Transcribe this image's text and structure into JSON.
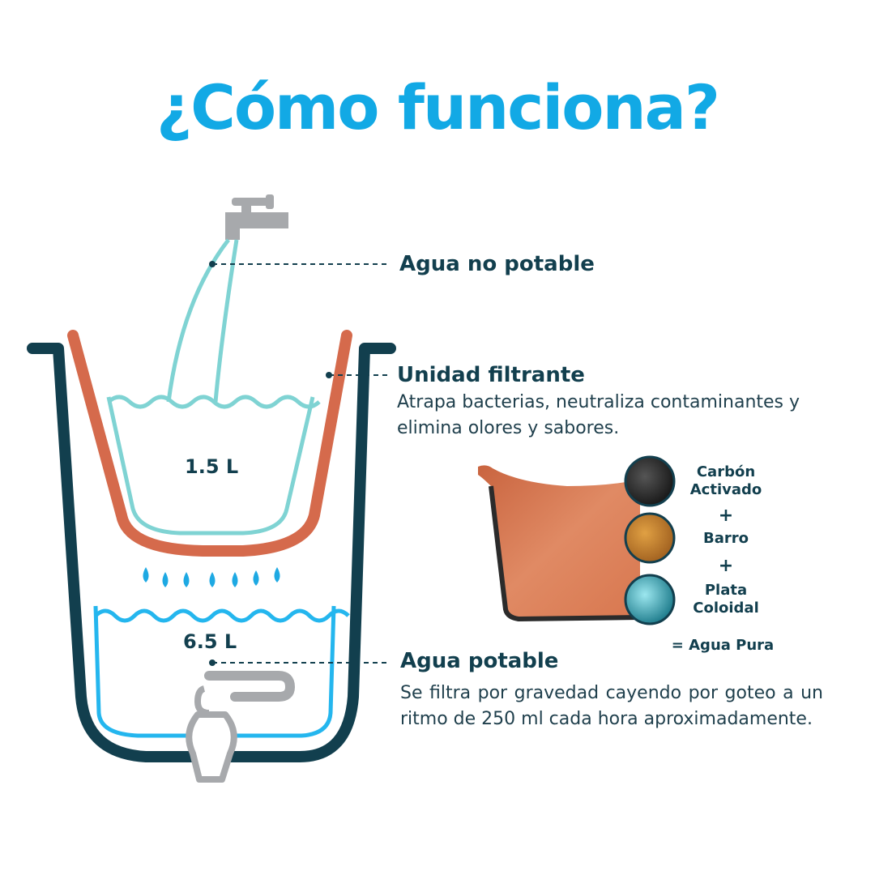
{
  "title": "¿Cómo funciona?",
  "colors": {
    "title": "#12a9e5",
    "dark_teal": "#123f4e",
    "terracotta": "#d56a4c",
    "light_aqua": "#7fd3d3",
    "water_blue": "#24b6ee",
    "faucet_gray": "#a7a9ac",
    "drop_blue": "#1ea9e3"
  },
  "labels": {
    "agua_no_potable": {
      "title": "Agua no potable"
    },
    "unidad_filtrante": {
      "title": "Unidad filtrante",
      "description": "Atrapa bacterias, neutraliza contaminantes y elimina olores y sabores."
    },
    "agua_potable": {
      "title": "Agua potable",
      "description": "Se filtra por gravedad cayendo por goteo a un ritmo de 250 ml cada hora aproximadamente."
    }
  },
  "volumes": {
    "upper": "1.5 L",
    "lower": "6.5 L"
  },
  "materials": {
    "carbon": "Carbón Activado",
    "plus1": "+",
    "barro": "Barro",
    "plus2": "+",
    "plata": "Plata Coloidal",
    "result": "= Agua Pura"
  }
}
